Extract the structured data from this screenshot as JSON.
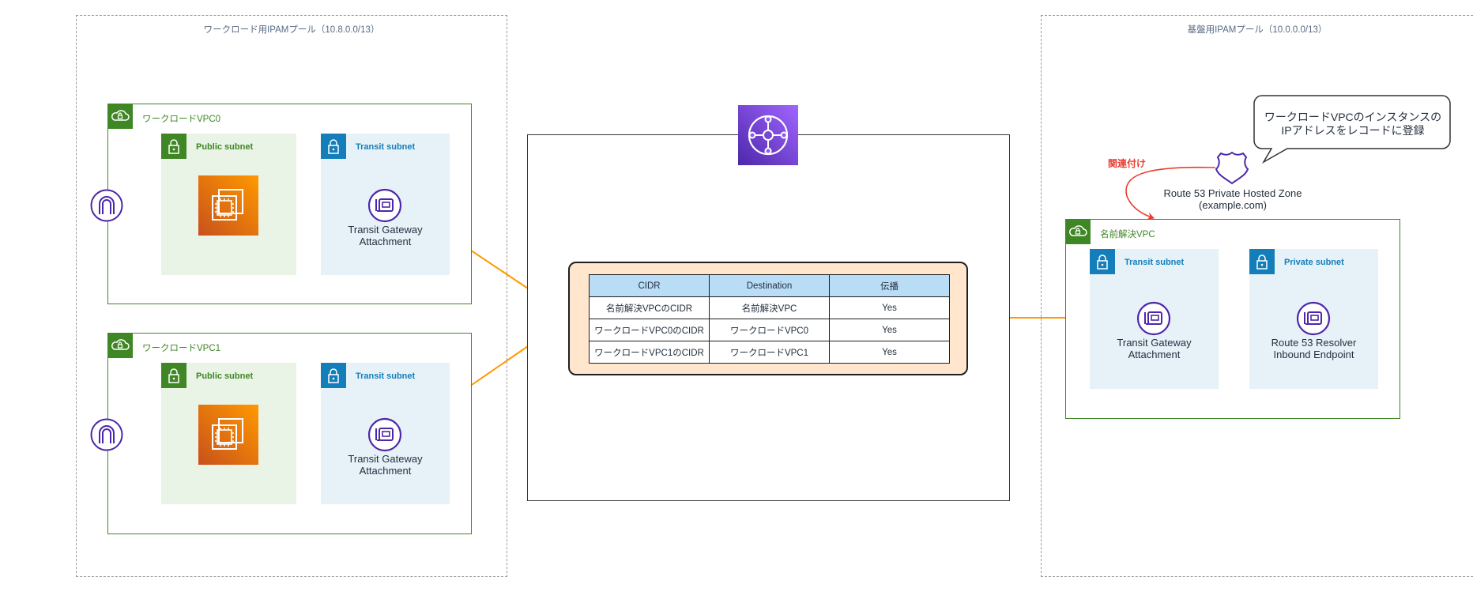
{
  "pools": {
    "workload": {
      "label": "ワークロード用IPAMプール（10.8.0.0/13）"
    },
    "infra": {
      "label": "基盤用IPAMプール（10.0.0.0/13）"
    }
  },
  "vpcs": {
    "vpc0": {
      "label": "ワークロードVPC0",
      "public_subnet": "Public subnet",
      "transit_subnet": "Transit subnet",
      "attachment_line1": "Transit Gateway",
      "attachment_line2": "Attachment"
    },
    "vpc1": {
      "label": "ワークロードVPC1",
      "public_subnet": "Public subnet",
      "transit_subnet": "Transit subnet",
      "attachment_line1": "Transit Gateway",
      "attachment_line2": "Attachment"
    },
    "dns": {
      "label": "名前解決VPC",
      "transit_subnet": "Transit subnet",
      "private_subnet": "Private subnet",
      "attachment_line1": "Transit Gateway",
      "attachment_line2": "Attachment",
      "resolver_line1": "Route 53 Resolver",
      "resolver_line2": "Inbound Endpoint"
    }
  },
  "route_table": {
    "headers": [
      "CIDR",
      "Destination",
      "伝播"
    ],
    "rows": [
      [
        "名前解決VPCのCIDR",
        "名前解決VPC",
        "Yes"
      ],
      [
        "ワークロードVPC0のCIDR",
        "ワークロードVPC0",
        "Yes"
      ],
      [
        "ワークロードVPC1のCIDR",
        "ワークロードVPC1",
        "Yes"
      ]
    ]
  },
  "hosted_zone": {
    "line1": "Route 53 Private Hosted Zone",
    "line2": "(example.com)",
    "association_label": "関連付け"
  },
  "callout": {
    "line1": "ワークロードVPCのインスタンスの",
    "line2": "IPアドレスをレコードに登録"
  },
  "icons": {
    "vpc": "vpc-cloud-icon",
    "subnet": "lock-icon",
    "ec2": "ec2-instance-icon",
    "attachment": "transit-gateway-attachment-icon",
    "igw": "internet-gateway-icon",
    "tgw": "transit-gateway-icon",
    "hosted_zone": "route53-hosted-zone-icon",
    "resolver": "route53-resolver-icon"
  },
  "colors": {
    "vpc_green": "#3f8624",
    "transit_blue": "#147eba",
    "tgw_purple": "#7d48e8",
    "connector_orange": "#ff9900",
    "association_red": "#ea3b2f",
    "route_table_fill": "#ffe6cc",
    "table_header": "#b9dcf7"
  }
}
